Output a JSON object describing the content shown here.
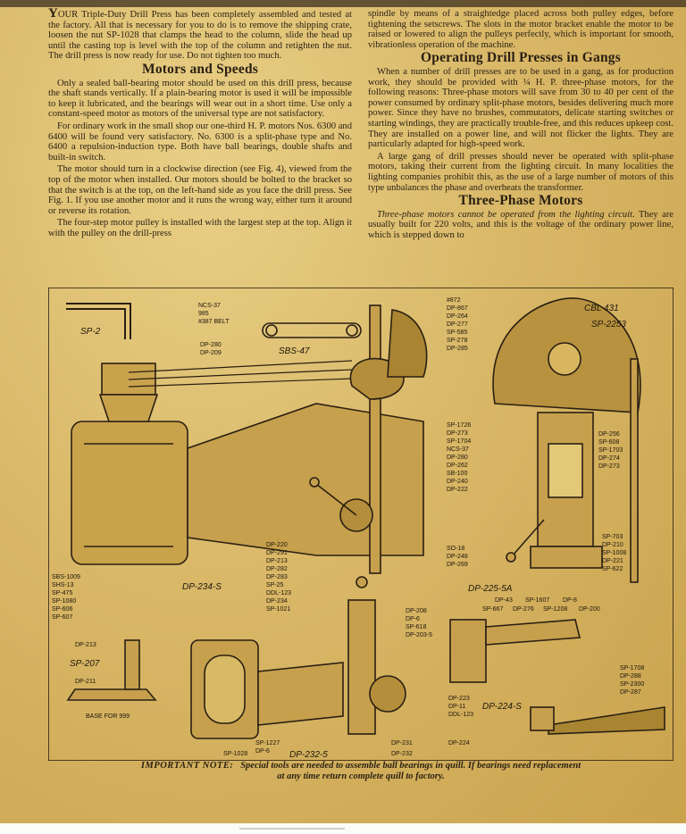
{
  "intro": {
    "dropcap": "Y",
    "text": "OUR Triple-Duty Drill Press has been completely assembled and tested at the factory. All that is necessary for you to do is to remove the shipping crate, loosen the nut SP-1028 that clamps the head to the column, slide the head up until the casting top is level with the top of the column and retighten the nut. The drill press is now ready for use. Do not tighten too much."
  },
  "motors": {
    "heading": "Motors and Speeds",
    "paragraphs": [
      "Only a sealed ball-bearing motor should be used on this drill press, because the shaft stands vertically. If a plain-bearing motor is used it will be impossible to keep it lubricated, and the bearings will wear out in a short time. Use only a constant-speed motor as motors of the universal type are not satisfactory.",
      "For ordinary work in the small shop our one-third H. P. motors Nos. 6300 and 6400 will be found very satisfactory. No. 6300 is a split-phase type and No. 6400 a repulsion-induction type. Both have ball bearings, double shafts and built-in switch.",
      "The motor should turn in a clockwise direction (see Fig. 4), viewed from the top of the motor when installed. Our motors should be bolted to the bracket so that the switch is at the top, on the left-hand side as you face the drill press. See Fig. 1. If you use another motor and it runs the wrong way, either turn it around or reverse its rotation.",
      "The four-step motor pulley is installed with the largest step at the top. Align it with the pulley on the drill-press"
    ]
  },
  "right_top": "spindle by means of a straightedge placed across both pulley edges, before tightening the setscrews. The slots in the motor bracket enable the motor to be raised or lowered to align the pulleys perfectly, which is important for smooth, vibrationless operation of the machine.",
  "gangs": {
    "heading": "Operating Drill Presses in Gangs",
    "paragraphs": [
      "When a number of drill presses are to be used in a gang, as for production work, they should be provided with ¼ H. P. three-phase motors, for the following reasons: Three-phase motors will save from 30 to 40 per cent of the power consumed by ordinary split-phase motors, besides delivering much more power. Since they have no brushes, commutators, delicate starting switches or starting windings, they are practically trouble-free, and this reduces upkeep cost. They are installed on a power line, and will not flicker the lights. They are particularly adapted for high-speed work.",
      "A large gang of drill presses should never be operated with split-phase motors, taking their current from the lighting circuit. In many localities the lighting companies prohibit this, as the use of a large number of motors of this type unbalances the phase and overheats the transformer."
    ]
  },
  "three_phase": {
    "heading": "Three-Phase Motors",
    "emph": "Three-phase motors cannot be operated from the lighting circuit.",
    "rest": " They are usually built for 220 volts, and this is the voltage of the ordinary power line, which is stepped down to"
  },
  "figure": {
    "labels": {
      "sp2": "SP-2",
      "sbs47": "SBS-47",
      "cbl431": "CBL 431",
      "sp2253": "SP-2253",
      "dp234s": "DP-234-S",
      "dp225_5a": "DP-225-5A",
      "dp224s": "DP-224-S",
      "dp232_5": "DP-232-5",
      "sp207": "SP-207",
      "base999": "BASE FOR 999",
      "sp1028": "SP-1028"
    },
    "groups": {
      "top_left": [
        "NCS-37",
        "985",
        "#387 BELT",
        "DP-280",
        "DP-209"
      ],
      "top_mid": [
        "#872",
        "DP-867",
        "DP-264",
        "DP-277",
        "SP-585",
        "SP-278",
        "DP-285"
      ],
      "mid_spindle": [
        "SP-1726",
        "DP-273",
        "SP-1704",
        "NCS-37",
        "DP-280",
        "DP-262",
        "SB-100",
        "DP-240",
        "DP-222"
      ],
      "right_head": [
        "DP-256",
        "SP-608",
        "SP-1703",
        "DP-274",
        "DP-273"
      ],
      "right_low": [
        "SP-703",
        "DP-210",
        "SP-1008",
        "DP-221",
        "SP-622"
      ],
      "center_low": [
        "SO-18",
        "DP-248",
        "DP-269"
      ],
      "motor_left": [
        "SBS-1009",
        "SHS-13",
        "SP-475",
        "SP-1080",
        "SP-606",
        "SP-607"
      ],
      "column_list": [
        "DP-220",
        "DP-291",
        "DP-213",
        "DP-282",
        "DP-283",
        "SP-25",
        "DDL-123",
        "DP-234",
        "SP-1021"
      ],
      "base_top": [
        "DP-213",
        "DP-211"
      ],
      "quill_list": [
        "DP-208",
        "DP-6",
        "SP-618",
        "DP-203-5"
      ],
      "quill_top": [
        "DP-43",
        "SP-1607",
        "DP-8",
        "SP-667",
        "DP-276",
        "SP-1208",
        "DP-200"
      ],
      "lower_mid": [
        "DP-223",
        "DP-11",
        "DDL-123"
      ],
      "lower_right": [
        "SP-1708",
        "DP-288",
        "SP-2300",
        "DP-287"
      ],
      "bottom": [
        "SP-1227",
        "DP-6",
        "DP-231",
        "DP-232",
        "DP-224"
      ]
    }
  },
  "note": {
    "label": "IMPORTANT NOTE:",
    "line1": "Special tools are needed to assemble ball bearings in quill. If bearings need replacement",
    "line2": "at any time return complete quill to factory."
  },
  "colors": {
    "paper": "#d9b868",
    "ink": "#2a1f12"
  }
}
